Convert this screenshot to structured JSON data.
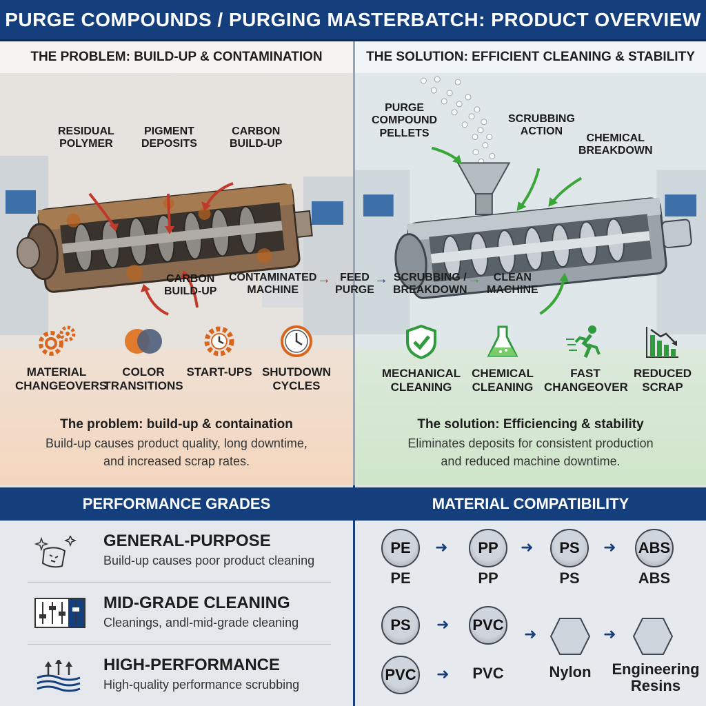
{
  "title": "PURGE COMPOUNDS / PURGING MASTERBATCH: PRODUCT OVERVIEW",
  "problem": {
    "heading": "THE PROBLEM: BUILD-UP & CONTAMINATION",
    "callouts": {
      "residual_polymer": "RESIDUAL\nPOLYMER",
      "pigment_deposits": "PIGMENT\nDEPOSITS",
      "carbon_top": "CARBON\nBUILD-UP",
      "carbon_bottom": "CARBON\nBUILD-UP"
    },
    "icons": [
      {
        "label": "MATERIAL\nCHANGEOVERS",
        "icon": "gears-icon"
      },
      {
        "label": "COLOR\nTRANSITIONS",
        "icon": "color-circles-icon"
      },
      {
        "label": "START-UPS",
        "icon": "gear-clock-icon"
      },
      {
        "label": "SHUTDOWN\nCYCLES",
        "icon": "clock-icon"
      }
    ],
    "summary_title": "The problem: build-up & containation",
    "summary_body": "Build-up causes product quality, long downtime,\nand increased scrap rates."
  },
  "solution": {
    "heading": "THE SOLUTION: EFFICIENT CLEANING & STABILITY",
    "callouts": {
      "purge_pellets": "PURGE\nCOMPOUND\nPELLETS",
      "scrubbing_action": "SCRUBBING\nACTION",
      "chemical_breakdown": "CHEMICAL\nBREAKDOWN"
    },
    "icons": [
      {
        "label": "MECHANICAL\nCLEANING",
        "icon": "shield-check-icon"
      },
      {
        "label": "CHEMICAL\nCLEANING",
        "icon": "flask-icon"
      },
      {
        "label": "FAST\nCHANGEOVER",
        "icon": "runner-icon"
      },
      {
        "label": "REDUCED\nSCRAP",
        "icon": "bar-chart-down-icon"
      }
    ],
    "summary_title": "The solution: Efficiencing & stability",
    "summary_body": "Eliminates deposits for consistent production\nand reduced machine downtime."
  },
  "flow": {
    "steps": [
      "CONTAMINATED\nMACHINE",
      "FEED\nPURGE",
      "SCRUBBING /\nBREAKDOWN",
      "CLEAN\nMACHINE"
    ]
  },
  "grades": {
    "heading": "PERFORMANCE GRADES",
    "items": [
      {
        "title": "GENERAL-PURPOSE",
        "desc": "Build-up causes poor product cleaning",
        "icon": "sparkle-cloth-icon"
      },
      {
        "title": "MID-GRADE CLEANING",
        "desc": "Cleanings, andl-mid-grade cleaning",
        "icon": "sliders-icon"
      },
      {
        "title": "HIGH-PERFORMANCE",
        "desc": "High-quality performance scrubbing",
        "icon": "layers-up-icon"
      }
    ]
  },
  "compatibility": {
    "heading": "MATERIAL COMPATIBILITY",
    "row1": [
      {
        "circle": "PE",
        "label": "PE"
      },
      {
        "circle": "PP",
        "label": "PP"
      },
      {
        "circle": "PS",
        "label": "PS"
      },
      {
        "circle": "ABS",
        "label": "ABS"
      }
    ],
    "row2_circles": [
      "PS",
      "PVC"
    ],
    "row3_circle": "PVC",
    "row3_labels": [
      "PVC",
      "Nylon",
      "Engineering\nResins"
    ]
  },
  "colors": {
    "navy": "#143f7c",
    "red_arrow": "#c0392b",
    "green_arrow": "#3aa63a",
    "orange_icon": "#d9651f",
    "green_icon": "#2f9a3e"
  }
}
